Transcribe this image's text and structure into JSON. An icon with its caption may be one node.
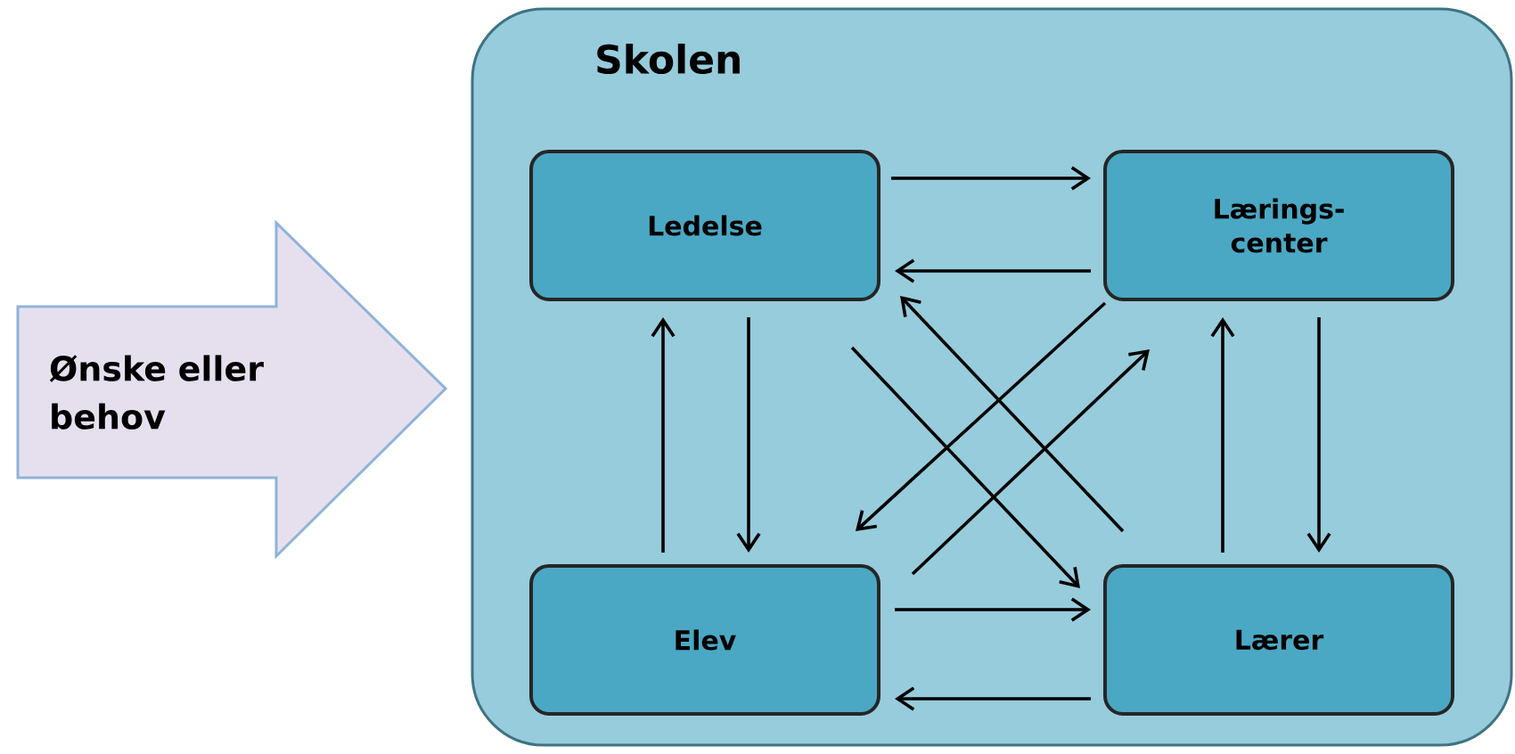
{
  "diagram": {
    "nodes": [
      {
        "text": [
          "Ønske eller behov"
        ]
      },
      {
        "text": [
          "Skolen"
        ]
      },
      {
        "text": [
          "Ledelse"
        ],
        "in": 1
      },
      {
        "text": [
          "Lærings- center"
        ],
        "in": 1
      },
      {
        "text": [
          "Elev"
        ],
        "in": 1
      },
      {
        "text": [
          "Lærer"
        ],
        "in": 1
      }
    ],
    "edges": [
      {
        "from": 2,
        "to": 3,
        "arrow": "to"
      },
      {
        "from": 3,
        "to": 2,
        "arrow": "to"
      },
      {
        "from": 2,
        "to": 4,
        "arrow": "to"
      },
      {
        "from": 4,
        "to": 2,
        "arrow": "to"
      },
      {
        "from": 3,
        "to": 5,
        "arrow": "to"
      },
      {
        "from": 5,
        "to": 3,
        "arrow": "to"
      },
      {
        "from": 4,
        "to": 5,
        "arrow": "to"
      },
      {
        "from": 5,
        "to": 4,
        "arrow": "to"
      },
      {
        "from": 2,
        "to": 5,
        "arrow": "to"
      },
      {
        "from": 5,
        "to": 2,
        "arrow": "to"
      },
      {
        "from": 3,
        "to": 4,
        "arrow": "to"
      },
      {
        "from": 4,
        "to": 3,
        "arrow": "to"
      }
    ]
  }
}
